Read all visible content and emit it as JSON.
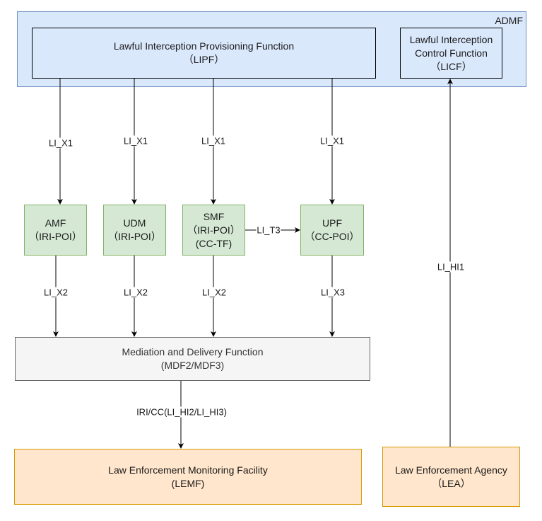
{
  "admf": {
    "label": "ADMF"
  },
  "lipf": {
    "line1": "Lawful Interception Provisioning Function",
    "line2": "（LIPF）"
  },
  "licf": {
    "line1": "Lawful Interception",
    "line2": "Control Function",
    "line3": "（LICF）"
  },
  "amf": {
    "line1": "AMF",
    "line2": "（IRI-POI）"
  },
  "udm": {
    "line1": "UDM",
    "line2": "（IRI-POI）"
  },
  "smf": {
    "line1": "SMF",
    "line2": "（IRI-POI）",
    "line3": "(CC-TF)"
  },
  "upf": {
    "line1": "UPF",
    "line2": "（CC-POI）"
  },
  "mdf": {
    "line1": "Mediation and Delivery Function",
    "line2": "(MDF2/MDF3)"
  },
  "lemf": {
    "line1": "Law Enforcement Monitoring Facility",
    "line2": "(LEMF)"
  },
  "lea": {
    "line1": "Law Enforcement Agency",
    "line2": "（LEA）"
  },
  "edges": {
    "x1_amf": "LI_X1",
    "x1_udm": "LI_X1",
    "x1_smf": "LI_X1",
    "x1_upf": "LI_X1",
    "t3": "LI_T3",
    "x2_amf": "LI_X2",
    "x2_udm": "LI_X2",
    "x2_smf": "LI_X2",
    "x3_upf": "LI_X3",
    "hi1": "LI_HI1",
    "hi23": "IRI/CC(LI_HI2/LI_HI3)"
  }
}
